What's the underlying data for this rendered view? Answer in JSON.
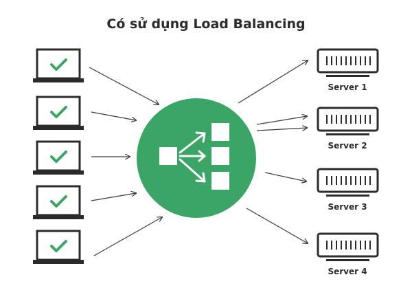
{
  "title": "Có sử dụng Load Balancing",
  "colors": {
    "accent": "#3aa565",
    "outline": "#2b2b2b",
    "check": "#3aa565",
    "arrow": "#3a3a3a"
  },
  "clients": [
    {
      "icon": "laptop-check-icon"
    },
    {
      "icon": "laptop-check-icon"
    },
    {
      "icon": "laptop-check-icon"
    },
    {
      "icon": "laptop-check-icon"
    },
    {
      "icon": "laptop-check-icon"
    }
  ],
  "load_balancer": {
    "icon": "load-balancer-icon"
  },
  "servers": [
    {
      "label": "Server 1"
    },
    {
      "label": "Server 2"
    },
    {
      "label": "Server 3"
    },
    {
      "label": "Server 4"
    }
  ]
}
